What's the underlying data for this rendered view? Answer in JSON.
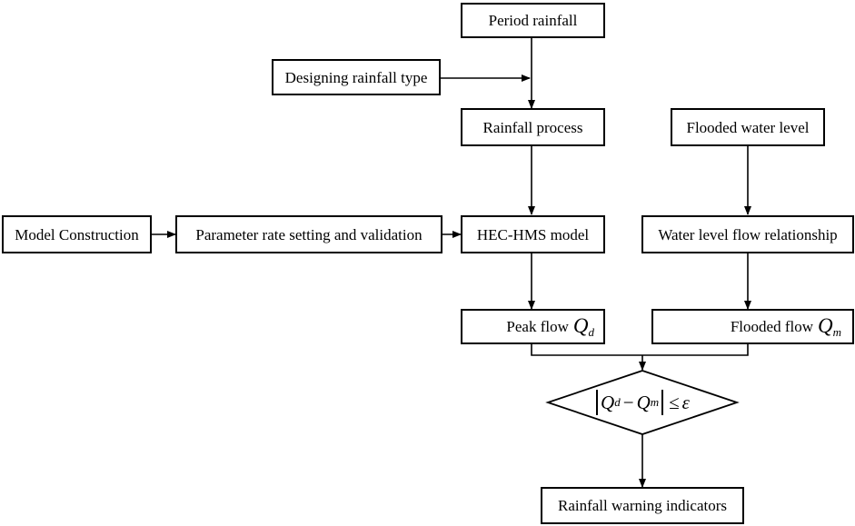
{
  "nodes": {
    "period_rainfall": "Period rainfall",
    "designing_rainfall_type": "Designing rainfall type",
    "rainfall_process": "Rainfall process",
    "flooded_water_level": "Flooded water level",
    "model_construction": "Model Construction",
    "parameter_rate": "Parameter rate setting and validation",
    "hec_hms_model": "HEC-HMS model",
    "water_level_flow": "Water level flow relationship",
    "peak_flow": {
      "label": "Peak flow",
      "symbol": "Q",
      "subscript": "d"
    },
    "flooded_flow": {
      "label": "Flooded flow",
      "symbol": "Q",
      "subscript": "m"
    },
    "condition": {
      "q1": "Q",
      "sub1": "d",
      "minus": "−",
      "q2": "Q",
      "sub2": "m",
      "le": "≤",
      "eps": "ε"
    },
    "rainfall_warning": "Rainfall warning indicators"
  }
}
